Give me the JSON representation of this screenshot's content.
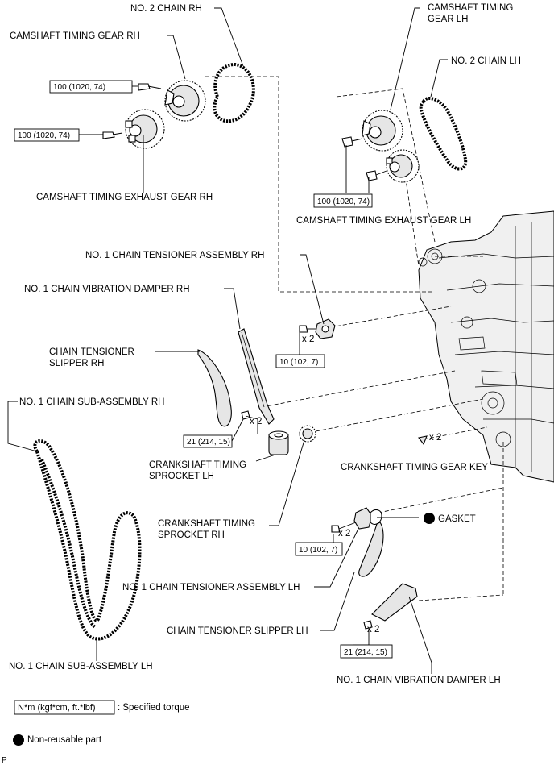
{
  "labels": {
    "no2_chain_rh": "NO. 2 CHAIN RH",
    "camshaft_timing_gear_rh": "CAMSHAFT TIMING GEAR RH",
    "camshaft_timing_exhaust_gear_rh": "CAMSHAFT TIMING EXHAUST GEAR RH",
    "camshaft_timing_gear_lh_1": "CAMSHAFT TIMING",
    "camshaft_timing_gear_lh_2": "GEAR LH",
    "no2_chain_lh": "NO. 2 CHAIN LH",
    "camshaft_timing_exhaust_gear_lh": "CAMSHAFT TIMING EXHAUST GEAR LH",
    "no1_chain_tensioner_assembly_rh": "NO. 1 CHAIN TENSIONER ASSEMBLY RH",
    "no1_chain_vibration_damper_rh": "NO. 1 CHAIN VIBRATION DAMPER RH",
    "chain_tensioner_slipper_rh_1": "CHAIN TENSIONER",
    "chain_tensioner_slipper_rh_2": "SLIPPER RH",
    "no1_chain_sub_assembly_rh": "NO. 1 CHAIN SUB-ASSEMBLY RH",
    "crankshaft_timing_sprocket_lh_1": "CRANKSHAFT TIMING",
    "crankshaft_timing_sprocket_lh_2": "SPROCKET LH",
    "crankshaft_timing_gear_key": "CRANKSHAFT TIMING GEAR KEY",
    "crankshaft_timing_sprocket_rh_1": "CRANKSHAFT TIMING",
    "crankshaft_timing_sprocket_rh_2": "SPROCKET RH",
    "gasket": "GASKET",
    "no1_chain_tensioner_assembly_lh": "NO. 1 CHAIN TENSIONER ASSEMBLY LH",
    "chain_tensioner_slipper_lh": "CHAIN TENSIONER SLIPPER LH",
    "no1_chain_sub_assembly_lh": "NO. 1 CHAIN SUB-ASSEMBLY LH",
    "no1_chain_vibration_damper_lh": "NO. 1 CHAIN VIBRATION DAMPER LH"
  },
  "torques": {
    "cam_gear_rh_bolt": "100 (1020, 74)",
    "cam_exhaust_rh_bolt": "100 (1020, 74)",
    "cam_lh_bolts": "100 (1020, 74)",
    "tensioner_rh_bolts": "10 (102, 7)",
    "damper_rh_bolts": "21 (214, 15)",
    "tensioner_lh_bolts": "10 (102, 7)",
    "damper_lh_bolts": "21 (214, 15)"
  },
  "quantities": {
    "tensioner_rh": "x 2",
    "damper_rh": "x 2",
    "gear_key": "x 2",
    "tensioner_lh": "x 2",
    "damper_lh": "x 2"
  },
  "legend": {
    "torque_box": "N*m (kgf*cm, ft.*lbf)",
    "torque_text": ": Specified torque",
    "nonreusable_text": "Non-reusable part"
  },
  "corner_mark": "P"
}
